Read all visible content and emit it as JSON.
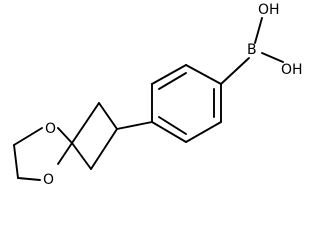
{
  "molecule": {
    "labels": {
      "boron": "B",
      "oh_top": "OH",
      "oh_bottom": "OH",
      "ring_o_upper": "O",
      "ring_o_lower": "O"
    },
    "colors": {
      "bond": "#000000",
      "text": "#000000",
      "background": "#ffffff"
    }
  }
}
